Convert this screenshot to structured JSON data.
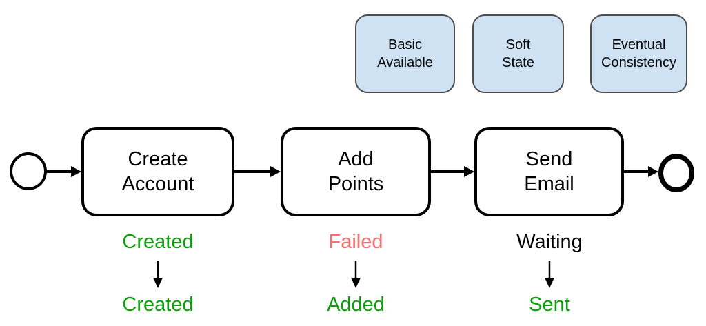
{
  "colors": {
    "green": "#0aa00a",
    "red": "#ff6e6e",
    "black": "#000000",
    "blue_fill": "#cfe2f3",
    "blue_border": "#4d4d4d"
  },
  "base_boxes": [
    {
      "label": "Basic\nAvailable"
    },
    {
      "label": "Soft\nState"
    },
    {
      "label": "Eventual\nConsistency"
    }
  ],
  "tasks": [
    {
      "label": "Create\nAccount"
    },
    {
      "label": "Add\nPoints"
    },
    {
      "label": "Send\nEmail"
    }
  ],
  "states": [
    {
      "initial": "Created",
      "final": "Created"
    },
    {
      "initial": "Failed",
      "final": "Added"
    },
    {
      "initial": "Waiting",
      "final": "Sent"
    }
  ]
}
